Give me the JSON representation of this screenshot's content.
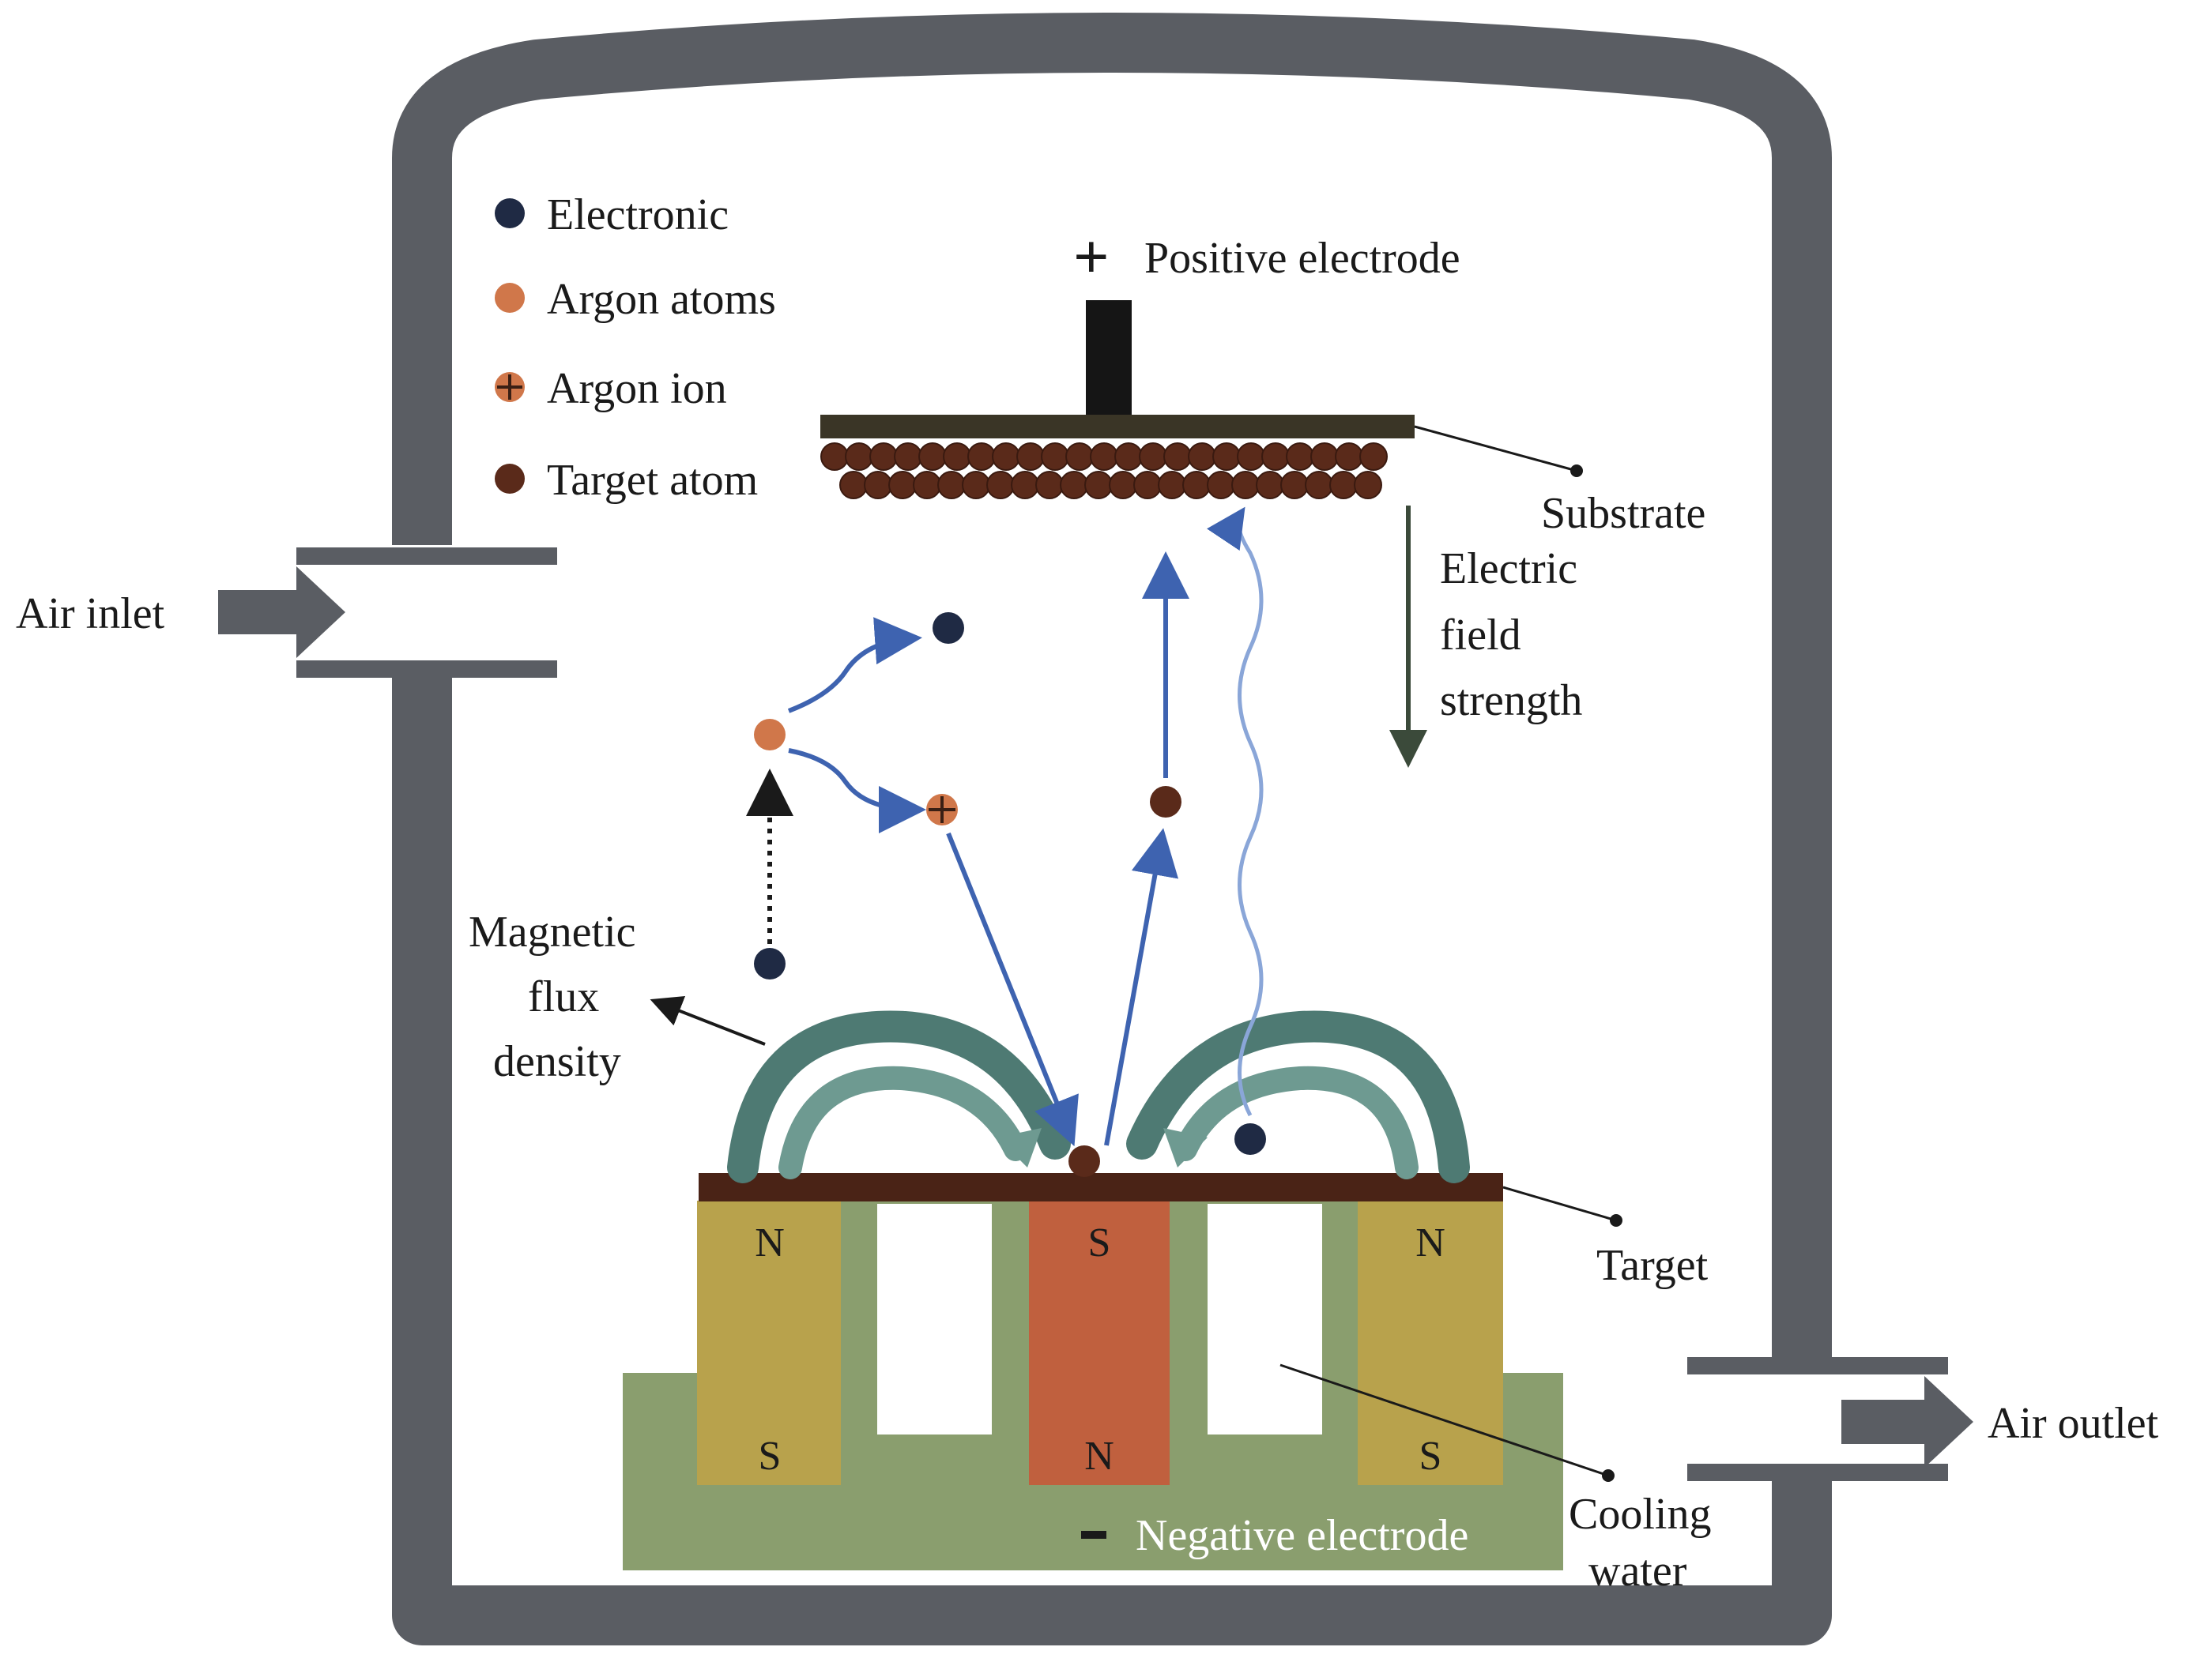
{
  "legend": {
    "electronic": "Electronic",
    "argon_atoms": "Argon atoms",
    "argon_ion": "Argon ion",
    "target_atom": "Target atom"
  },
  "labels": {
    "positive_sign": "+",
    "positive_electrode": "Positive electrode",
    "substrate": "Substrate",
    "electric_field_line1": "Electric",
    "electric_field_line2": "field",
    "electric_field_line3": "strength",
    "air_inlet": "Air inlet",
    "air_outlet": "Air outlet",
    "magnetic_line1": "Magnetic",
    "magnetic_line2": "flux",
    "magnetic_line3": "density",
    "target": "Target",
    "cooling_line1": "Cooling",
    "cooling_line2": "water",
    "negative_sign": "-",
    "negative_electrode": "Negative electrode"
  },
  "magnet_poles": {
    "left_top": "N",
    "left_bottom": "S",
    "center_top": "S",
    "center_bottom": "N",
    "right_top": "N",
    "right_bottom": "S"
  },
  "colors": {
    "chamber": "#5a5d63",
    "electron": "#1f2a44",
    "argon_atom": "#d0774a",
    "target_atom": "#5a2a1a",
    "target_plate": "#4a2316",
    "magnet_outer": "#b8a24c",
    "magnet_center": "#c0603e",
    "electrode_base": "#8a9e6e",
    "field_arc": "#4e7a73",
    "trajectory": "#3e63b0",
    "substrate_bar": "#3a3526"
  },
  "icons": {
    "inlet_arrow": "arrow-right-icon",
    "outlet_arrow": "arrow-right-icon"
  }
}
